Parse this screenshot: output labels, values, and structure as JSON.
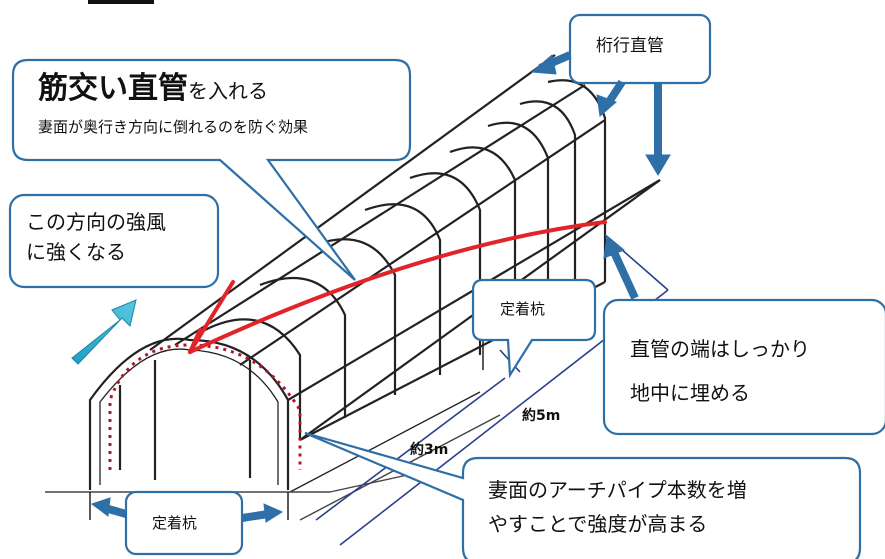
{
  "callouts": {
    "brace": {
      "title_bold": "筋交い直管",
      "title_rest": "を入れる",
      "subtitle": "妻面が奥行き方向に倒れるのを防ぐ効果"
    },
    "wind": {
      "line1": "この方向の強風",
      "line2": "に強くなる"
    },
    "ridge_pipe": {
      "label": "桁行直管"
    },
    "stake_top": {
      "label": "定着杭"
    },
    "stake_bottom": {
      "label": "定着杭"
    },
    "pipe_end": {
      "line1": "直管の端はしっかり",
      "line2": "地中に埋める"
    },
    "arch_count": {
      "line1": "妻面のアーチパイプ本数を増",
      "line2": "やすことで強度が高まる"
    }
  },
  "dimensions": {
    "length_5m": "約5m",
    "width_3m": "約3m"
  },
  "colors": {
    "callout_border": "#2e6fa7",
    "arrow": "#2e6fa7",
    "brace_red": "#e2242a",
    "dotted_red": "#b0172a",
    "wind_arrow": "#2aa9cf",
    "frame": "#222222"
  }
}
